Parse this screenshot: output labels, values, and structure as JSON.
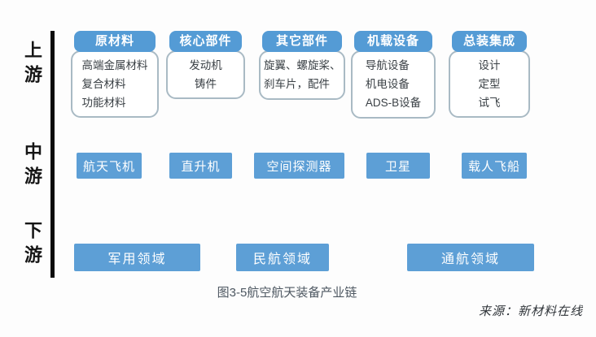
{
  "figure": {
    "caption": "图3-5航空航天装备产业链",
    "source": "来源：新材料在线"
  },
  "colors": {
    "header_blue": "#549bd5",
    "box_blue": "#5d9fd6",
    "white_box_border": "#a9bac4",
    "axis_line_black": "#0b0b0b"
  },
  "stages": [
    {
      "label": "上游"
    },
    {
      "label": "中游"
    },
    {
      "label": "下游"
    }
  ],
  "upstream": {
    "columns": [
      {
        "header": "原材料",
        "items": [
          "高端金属材料",
          "复合材料",
          "功能材料"
        ]
      },
      {
        "header": "核心部件",
        "items": [
          "发动机",
          "铸件"
        ]
      },
      {
        "header": "其它部件",
        "items": [
          "旋翼、螺旋桨、",
          "刹车片，配件"
        ]
      },
      {
        "header": "机载设备",
        "items": [
          "导航设备",
          "机电设备",
          "ADS-B设备"
        ]
      },
      {
        "header": "总装集成",
        "items": [
          "设计",
          "定型",
          "试飞"
        ]
      }
    ]
  },
  "midstream": {
    "items": [
      "航天飞机",
      "直升机",
      "空间探测器",
      "卫星",
      "载人飞船"
    ]
  },
  "downstream": {
    "items": [
      "军用领域",
      "民航领域",
      "通航领域"
    ]
  }
}
